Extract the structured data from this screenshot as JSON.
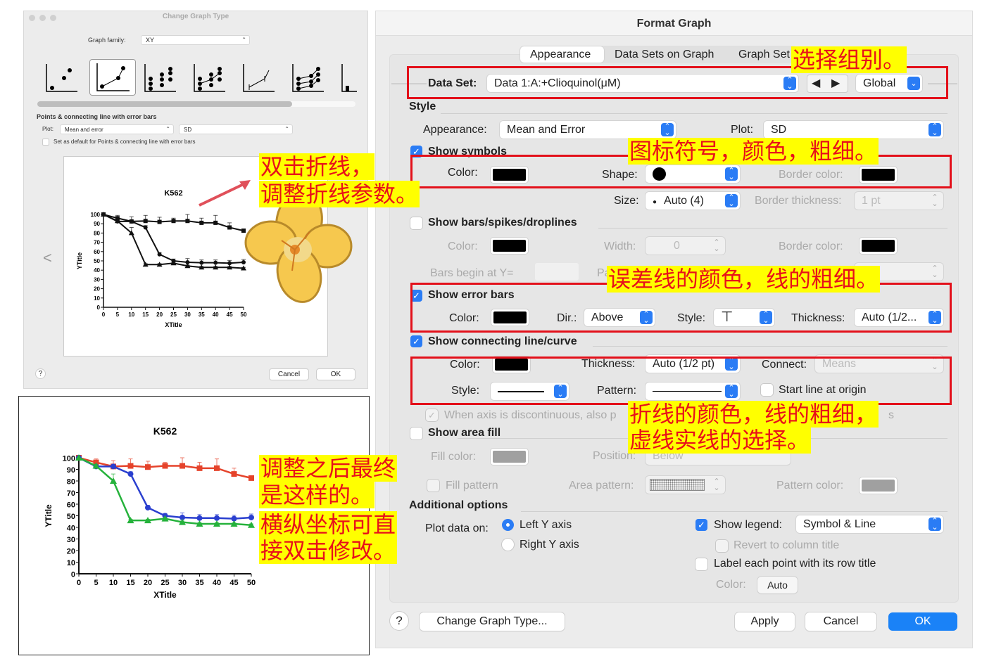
{
  "change_graph_type": {
    "title": "Change Graph Type",
    "graph_family_label": "Graph family:",
    "graph_family_value": "XY",
    "section_title": "Points & connecting line with error bars",
    "plot_label": "Plot:",
    "plot_value": "Mean and error",
    "error_value": "SD",
    "default_checkbox_label": "Set as default for Points & connecting line with error bars",
    "help": "?",
    "prev": "<",
    "cancel": "Cancel",
    "ok": "OK"
  },
  "annotations": {
    "double_click_1": "双击折线，",
    "double_click_2": "调整折线参数。",
    "final_1": "调整之后最终",
    "final_2": "是这样的。",
    "axis_1": "横纵坐标可直",
    "axis_2": "接双击修改。",
    "select_group": "选择组别。",
    "symbol_note": "图标符号，颜色，粗细。",
    "error_note": "误差线的颜色，线的粗细。",
    "line_note_1": "折线的颜色，线的粗细，",
    "line_note_2": "虚线实线的选择。"
  },
  "format_graph": {
    "title": "Format Graph",
    "tabs": [
      "Appearance",
      "Data Sets on Graph",
      "Graph Set"
    ],
    "data_set_label": "Data Set:",
    "data_set_value": "Data 1:A:+Clioquinol(μM)",
    "scope_value": "Global",
    "style_header": "Style",
    "appearance_label": "Appearance:",
    "appearance_value": "Mean and Error",
    "plot_label": "Plot:",
    "plot_value": "SD",
    "show_symbols": "Show symbols",
    "color_label": "Color:",
    "shape_label": "Shape:",
    "border_color_label": "Border color:",
    "size_label": "Size:",
    "size_value": "Auto (4)",
    "border_thickness_label": "Border thickness:",
    "border_thickness_value": "1 pt",
    "show_bars": "Show bars/spikes/droplines",
    "width_label": "Width:",
    "width_value": "0",
    "bars_begin_label": "Bars begin at Y=",
    "pa_label": "Pa",
    "show_error_bars": "Show error bars",
    "dir_label": "Dir.:",
    "dir_value": "Above",
    "style_label": "Style:",
    "errbar_style_value": "⊤",
    "thickness_label": "Thickness:",
    "errbar_thickness_value": "Auto (1/2...",
    "show_connecting": "Show connecting line/curve",
    "line_thickness_value": "Auto (1/2 pt)",
    "connect_label": "Connect:",
    "connect_value": "Means",
    "pattern_label": "Pattern:",
    "start_line_origin": "Start line at origin",
    "discontinuous_text": "When axis is discontinuous, also p",
    "discontinuous_tail": "s",
    "show_area_fill": "Show area fill",
    "fill_color_label": "Fill color:",
    "position_label": "Position:",
    "position_value": "Below",
    "fill_pattern": "Fill pattern",
    "area_pattern_label": "Area pattern:",
    "pattern_color_label": "Pattern color:",
    "additional_header": "Additional options",
    "plot_data_on_label": "Plot data on:",
    "left_y_axis": "Left Y axis",
    "right_y_axis": "Right Y axis",
    "show_legend_label": "Show legend:",
    "legend_value": "Symbol & Line",
    "revert_column_title": "Revert to column title",
    "label_each_point": "Label each point with its row title",
    "label_color_label": "Color:",
    "label_color_value": "Auto",
    "help": "?",
    "change_graph_type_button": "Change Graph Type...",
    "apply": "Apply",
    "cancel": "Cancel",
    "ok": "OK",
    "accent": "#2a7cf5"
  },
  "chart_data": [
    {
      "type": "line",
      "title": "K562",
      "xlabel": "XTitle",
      "ylabel": "YTitle",
      "xlim": [
        0,
        50
      ],
      "ylim": [
        0,
        100
      ],
      "xticks": [
        0,
        5,
        10,
        15,
        20,
        25,
        30,
        35,
        40,
        45,
        50
      ],
      "yticks": [
        0,
        10,
        20,
        30,
        40,
        50,
        60,
        70,
        80,
        90,
        100
      ],
      "x": [
        0,
        5,
        10,
        15,
        20,
        25,
        30,
        35,
        40,
        45,
        50
      ],
      "series": [
        {
          "name": "square",
          "marker": "square",
          "color": "#111111",
          "values": [
            100,
            96,
            92.5,
            93,
            92,
            93,
            93,
            91,
            91,
            86,
            82.5
          ],
          "errors": [
            0,
            3,
            5,
            6,
            5,
            3,
            7,
            5,
            8,
            5,
            2
          ]
        },
        {
          "name": "circle",
          "marker": "circle",
          "color": "#111111",
          "values": [
            100,
            92.5,
            92.5,
            86,
            57,
            50,
            48.5,
            48,
            48,
            47.5,
            48.5
          ],
          "errors": [
            0,
            1,
            1,
            2,
            2,
            2,
            4,
            3,
            3,
            3,
            3
          ]
        },
        {
          "name": "triangle",
          "marker": "triangle",
          "color": "#111111",
          "values": [
            100,
            93,
            80,
            46,
            46,
            47.5,
            44.5,
            43,
            43,
            43,
            42
          ],
          "errors": [
            0,
            1,
            6,
            1,
            1,
            1,
            1,
            1,
            1,
            1,
            1
          ]
        }
      ]
    },
    {
      "type": "line",
      "title": "K562",
      "xlabel": "XTitle",
      "ylabel": "YTitle",
      "xlim": [
        0,
        50
      ],
      "ylim": [
        0,
        100
      ],
      "xticks": [
        0,
        5,
        10,
        15,
        20,
        25,
        30,
        35,
        40,
        45,
        50
      ],
      "yticks": [
        0,
        10,
        20,
        30,
        40,
        50,
        60,
        70,
        80,
        90,
        100
      ],
      "x": [
        0,
        5,
        10,
        15,
        20,
        25,
        30,
        35,
        40,
        45,
        50
      ],
      "series": [
        {
          "name": "square",
          "marker": "square",
          "color": "#e5432b",
          "values": [
            100,
            96,
            92.5,
            93,
            92,
            93,
            93,
            91,
            91,
            86,
            82.5
          ],
          "errors": [
            0,
            3,
            5,
            6,
            5,
            3,
            7,
            5,
            8,
            5,
            2
          ]
        },
        {
          "name": "circle",
          "marker": "circle",
          "color": "#2a3fcf",
          "values": [
            100,
            92.5,
            92.5,
            86,
            57,
            50,
            48.5,
            48,
            48,
            47.5,
            48.5
          ],
          "errors": [
            0,
            1,
            1,
            2,
            2,
            2,
            4,
            3,
            3,
            3,
            3
          ]
        },
        {
          "name": "triangle",
          "marker": "triangle",
          "color": "#25b23b",
          "values": [
            100,
            93,
            80,
            46,
            46,
            47.5,
            44.5,
            43,
            43,
            43,
            42
          ],
          "errors": [
            0,
            1,
            6,
            1,
            1,
            1,
            1,
            1,
            1,
            1,
            1
          ]
        }
      ]
    }
  ]
}
